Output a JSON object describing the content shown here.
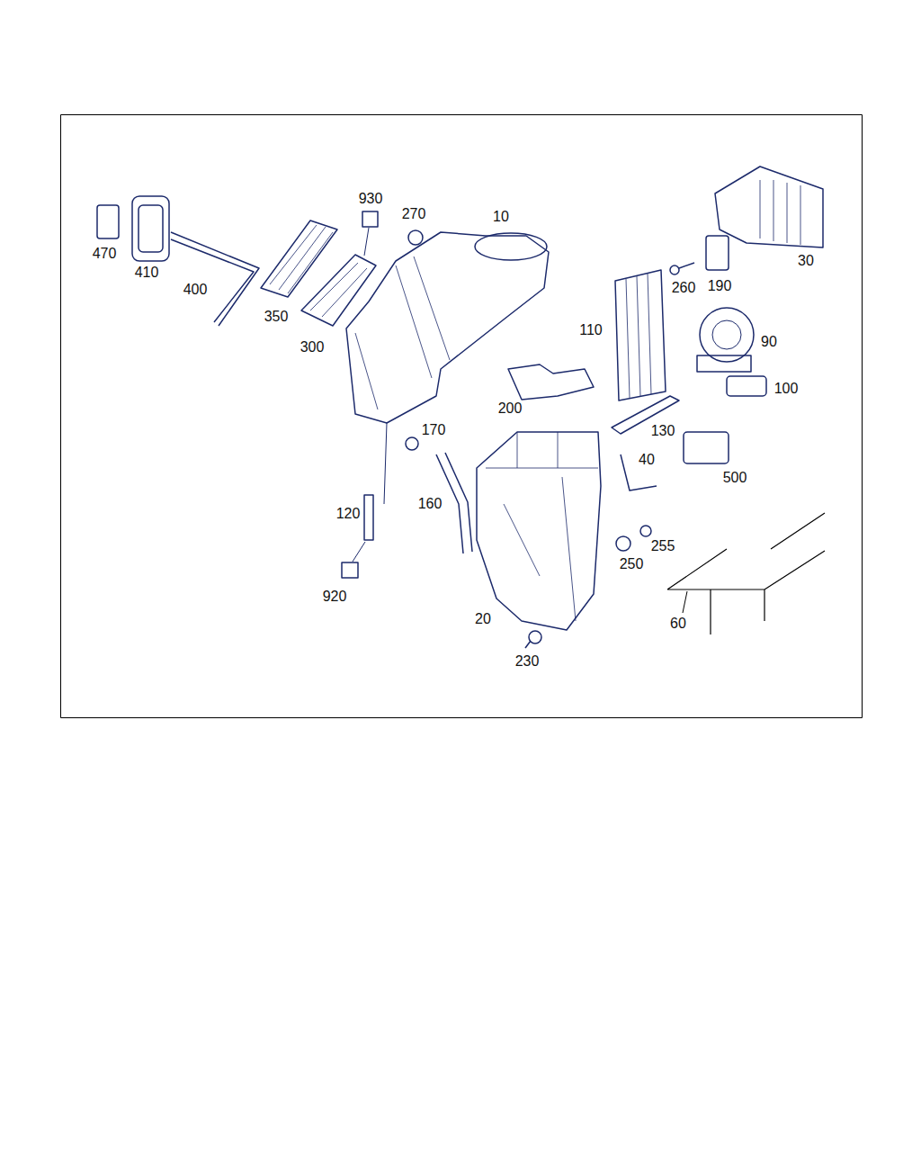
{
  "diagram": {
    "labels": [
      "930",
      "270",
      "10",
      "470",
      "410",
      "400",
      "350",
      "300",
      "30",
      "260",
      "190",
      "110",
      "90",
      "100",
      "200",
      "130",
      "170",
      "40",
      "500",
      "120",
      "160",
      "255",
      "250",
      "920",
      "20",
      "60",
      "230"
    ]
  }
}
